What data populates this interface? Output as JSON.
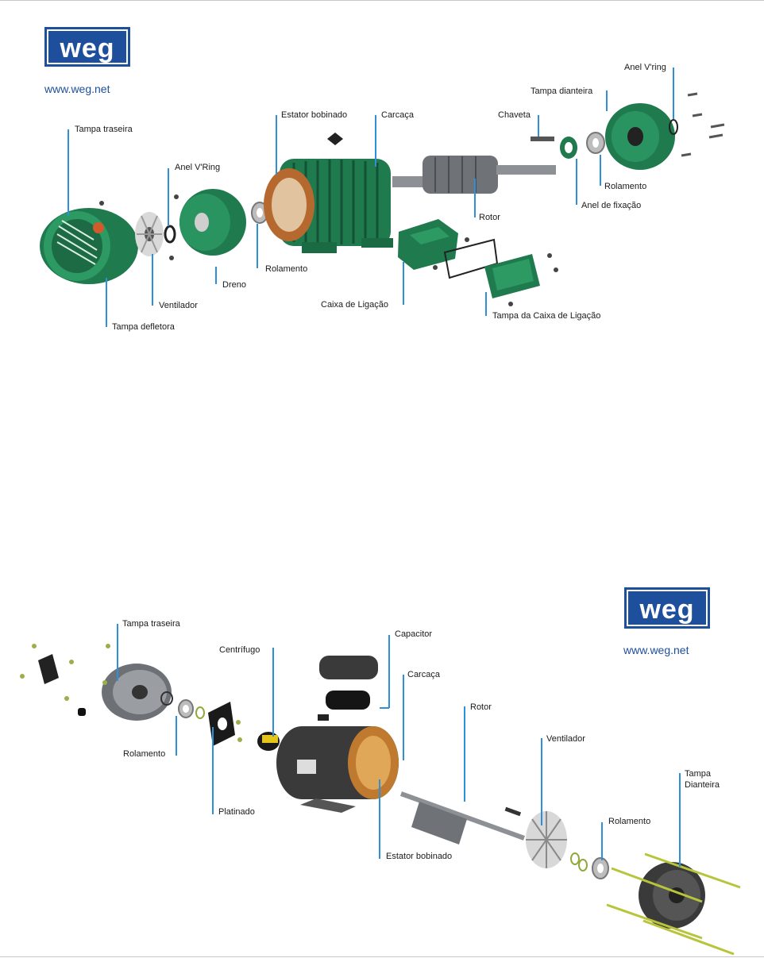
{
  "colors": {
    "brand_blue": "#1d4f9c",
    "leader": "#2f8fd8",
    "motor_green": "#1f7a4e",
    "motor_dark": "#3a3a3a"
  },
  "top": {
    "logo": "weg",
    "url": "www.weg.net",
    "labels": {
      "tampa_traseira": "Tampa traseira",
      "anel_vring_left": "Anel V'Ring",
      "estator": "Estator bobinado",
      "carcaca": "Carcaça",
      "chaveta": "Chaveta",
      "tampa_dianteira": "Tampa dianteira",
      "anel_vring_right": "Anel V'ring",
      "rolamento_right": "Rolamento",
      "anel_fixacao": "Anel de fixação",
      "rotor": "Rotor",
      "rolamento_mid": "Rolamento",
      "dreno": "Dreno",
      "ventilador": "Ventilador",
      "tampa_defletora": "Tampa defletora",
      "caixa_ligacao": "Caixa de Ligação",
      "tampa_caixa": "Tampa da Caixa de Ligação"
    }
  },
  "bottom": {
    "logo": "weg",
    "url": "www.weg.net",
    "labels": {
      "tampa_traseira": "Tampa traseira",
      "centrifugo": "Centrífugo",
      "capacitor": "Capacitor",
      "carcaca": "Carcaça",
      "rotor": "Rotor",
      "ventilador": "Ventilador",
      "tampa_dianteira_1": "Tampa",
      "tampa_dianteira_2": "Dianteira",
      "rolamento_left": "Rolamento",
      "platinado": "Platinado",
      "estator": "Estator bobinado",
      "rolamento_right": "Rolamento"
    }
  }
}
